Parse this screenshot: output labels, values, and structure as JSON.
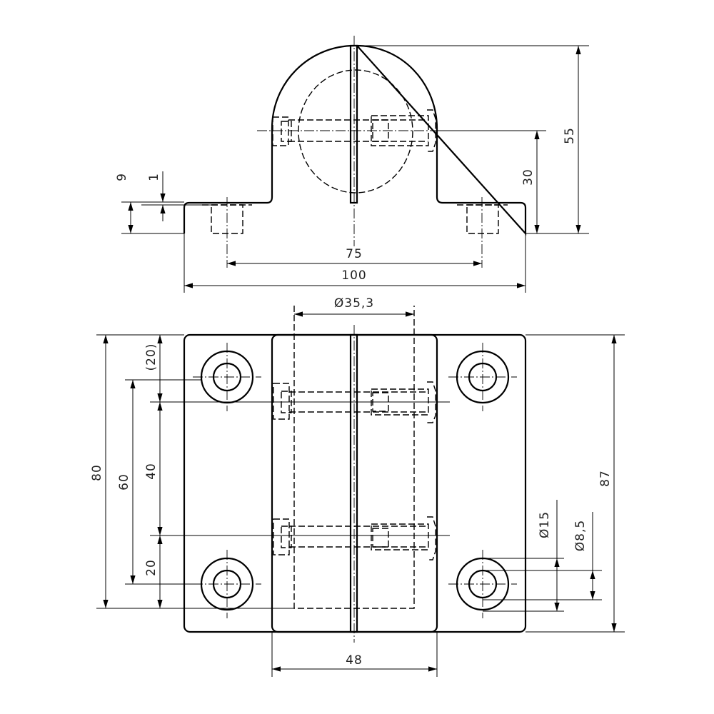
{
  "drawing": {
    "front_view": {
      "dimensions": {
        "height_total": "55",
        "bolt_height": "30",
        "flange_thickness": "9",
        "counterbore_depth": "1",
        "hole_spacing": "75",
        "overall_width": "100"
      }
    },
    "top_view": {
      "dimensions": {
        "bore_diameter": "Ø35,3",
        "overall_length": "80",
        "hole_spacing_y": "60",
        "bolt_offset": "(20)",
        "bolt_spacing": "40",
        "bolt_edge": "20",
        "overall_depth": "87",
        "clamp_width": "48",
        "counterbore_diameter": "Ø15",
        "hole_diameter": "Ø8,5"
      }
    }
  }
}
